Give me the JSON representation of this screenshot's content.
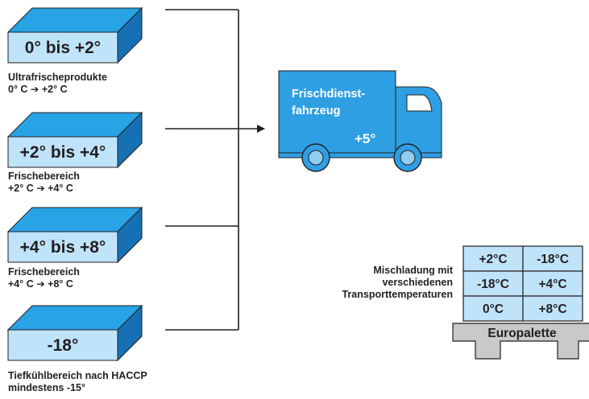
{
  "zones": [
    {
      "box_label": "0° bis +2°",
      "caption_line1": "Ultrafrischeprodukte",
      "caption_line2": "0° C ➔ +2° C"
    },
    {
      "box_label": "+2° bis +4°",
      "caption_line1": "Frischebereich",
      "caption_line2": "+2° C ➔ +4° C"
    },
    {
      "box_label": "+4° bis +8°",
      "caption_line1": "Frischebereich",
      "caption_line2": "+4° C ➔ +8° C"
    },
    {
      "box_label": "-18°",
      "caption_line1": "Tiefkühlbereich nach HACCP",
      "caption_line2": "mindestens -15°"
    }
  ],
  "truck": {
    "line1": "Frischdienst-",
    "line2": "fahrzeug",
    "temp": "+5°"
  },
  "pallet": {
    "description_lines": [
      "Mischladung mit",
      "verschiedenen",
      "Transporttemperaturen"
    ],
    "cells": [
      [
        "+2°C",
        "-18°C"
      ],
      [
        "-18°C",
        "+4°C"
      ],
      [
        "0°C",
        "+8°C"
      ]
    ],
    "base_label": "Europalette"
  },
  "colors": {
    "box_top": "#27a3e6",
    "box_side": "#1671b4",
    "box_front": "#bfe3f9",
    "truck": "#2f9fe3",
    "pallet": "#c9c9c9",
    "cell": "#bfe3f9"
  }
}
